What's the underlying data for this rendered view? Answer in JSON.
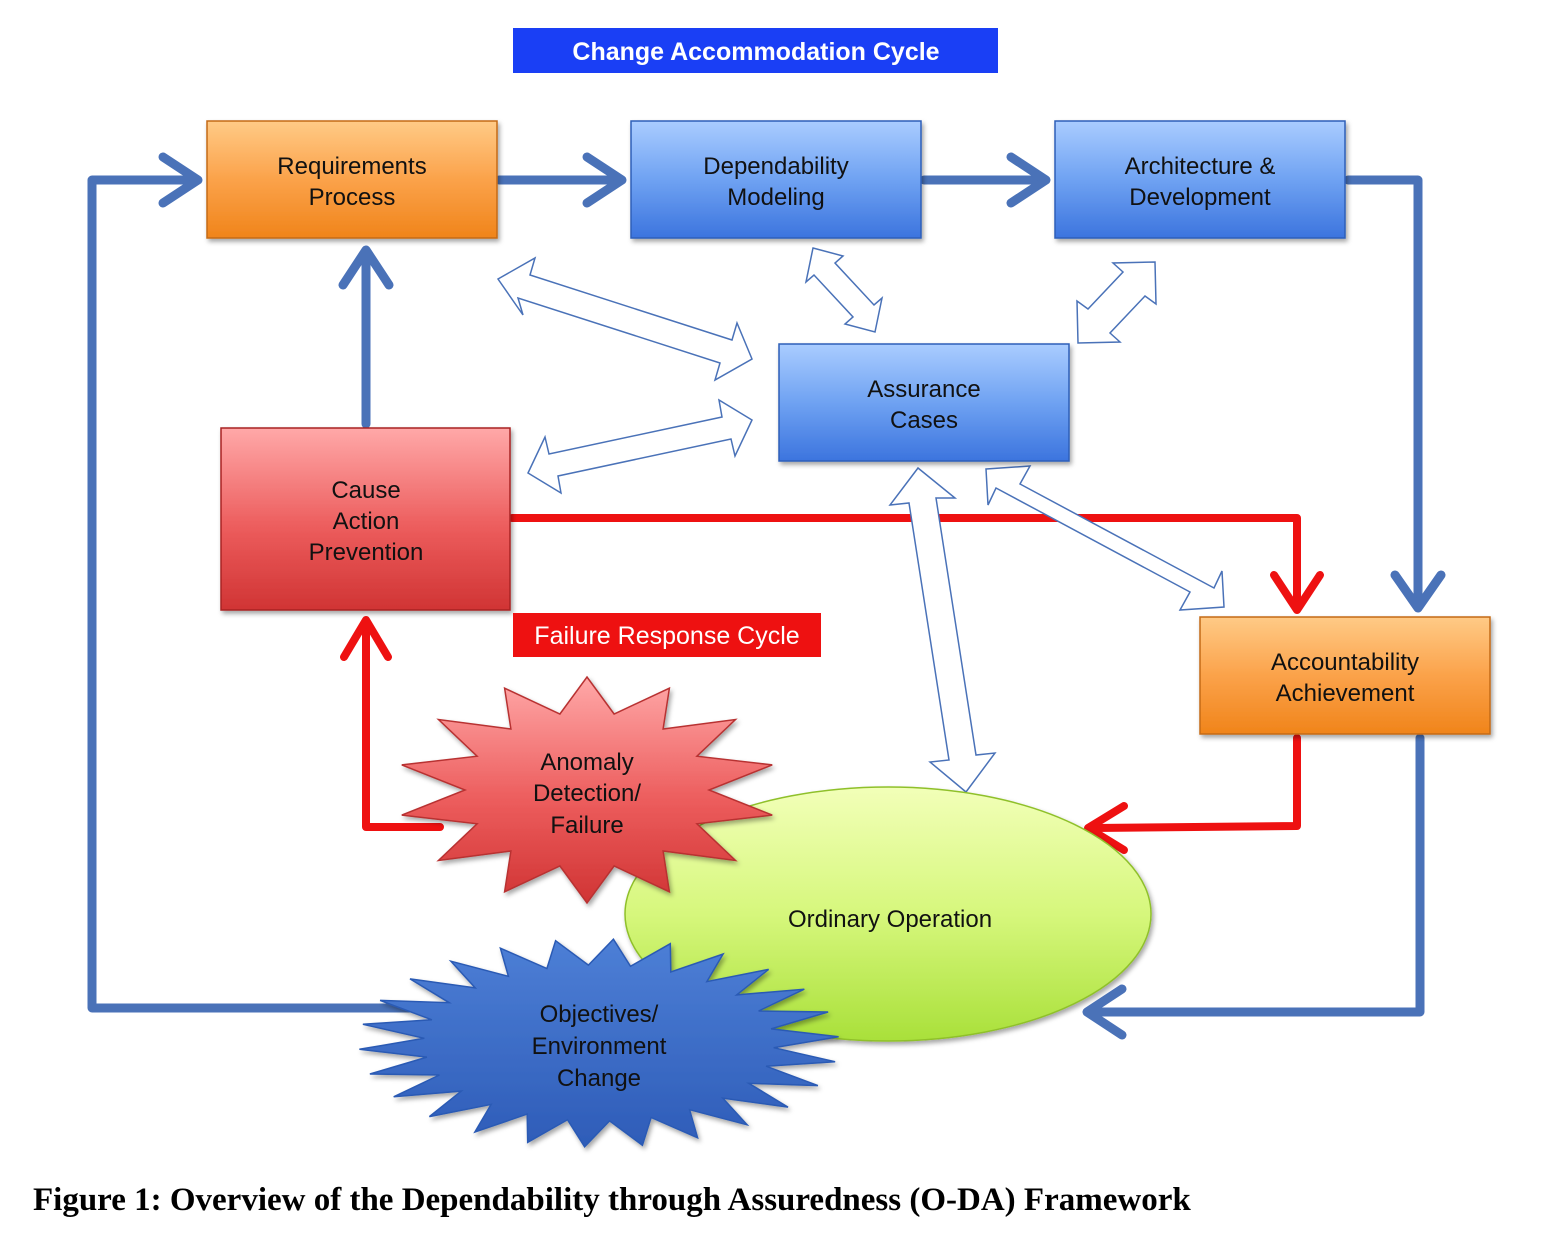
{
  "banners": {
    "change_cycle": "Change Accommodation Cycle",
    "failure_cycle": "Failure Response Cycle"
  },
  "nodes": {
    "requirements": [
      "Requirements",
      "Process"
    ],
    "dependability": [
      "Dependability",
      "Modeling"
    ],
    "architecture": [
      "Architecture &",
      "Development"
    ],
    "assurance": [
      "Assurance",
      "Cases"
    ],
    "cause": [
      "Cause",
      "Action",
      "Prevention"
    ],
    "accountability": [
      "Accountability",
      "Achievement"
    ],
    "anomaly": [
      "Anomaly",
      "Detection/",
      "Failure"
    ],
    "ordinary": [
      "Ordinary Operation"
    ],
    "objectives": [
      "Objectives/",
      "Environment",
      "Change"
    ]
  },
  "caption": "Figure 1: Overview of the Dependability through Assuredness (O-DA) Framework",
  "colors": {
    "change_cycle": "#4a72b8",
    "failure_cycle": "#ee1111",
    "banner_blue": "#1a3ff5",
    "banner_red": "#ee1111"
  }
}
